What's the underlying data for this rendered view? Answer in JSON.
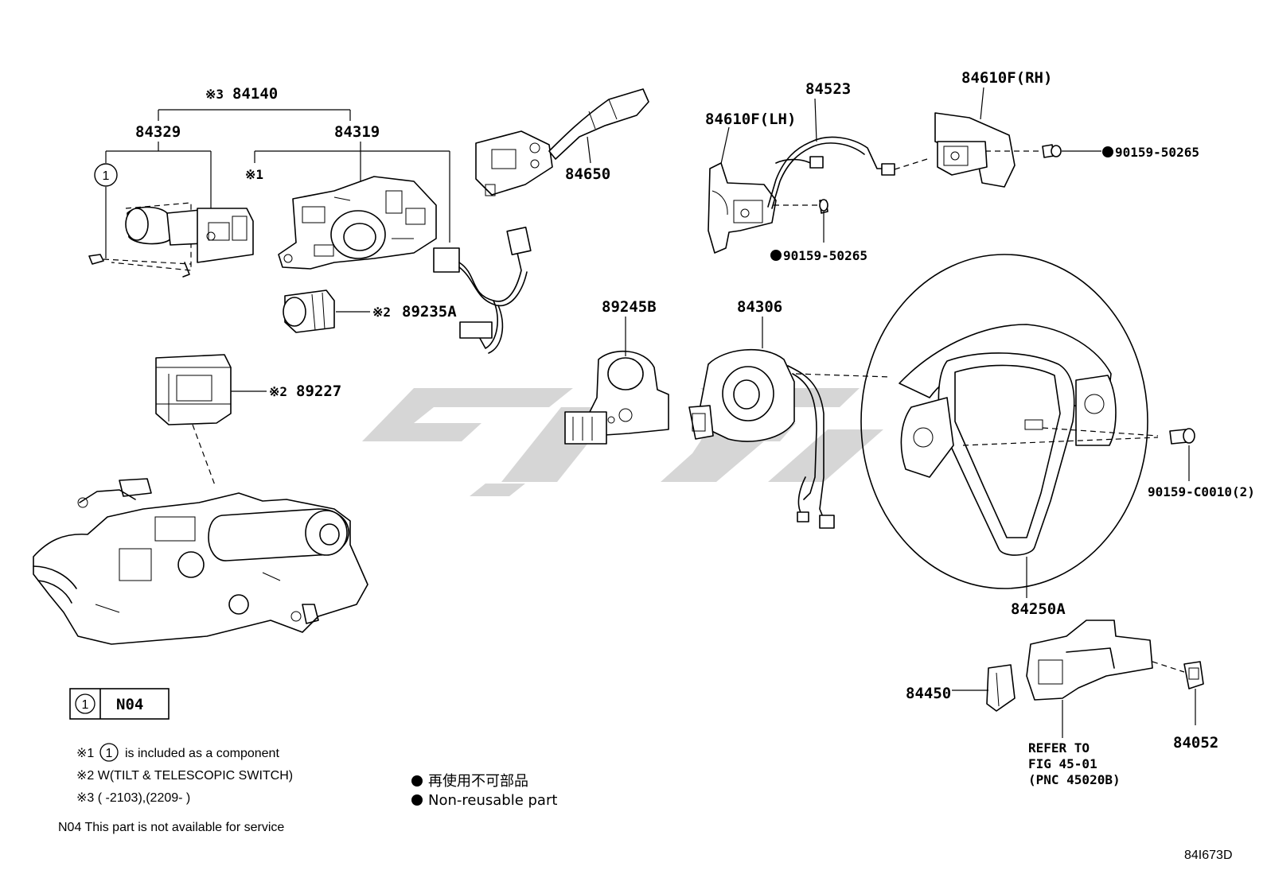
{
  "labels": {
    "p84140": "84140",
    "p84140_mark": "※3",
    "p84329": "84329",
    "p84319": "84319",
    "p84319_mark": "※1",
    "p84650": "84650",
    "p89235A": "89235A",
    "p89235A_mark": "※2",
    "p89227": "89227",
    "p89227_mark": "※2",
    "p84610F_LH": "84610F(LH)",
    "p84523": "84523",
    "p84610F_RH": "84610F(RH)",
    "p90159_50265_a": "90159-50265",
    "p90159_50265_b": "90159-50265",
    "p89245B": "89245B",
    "p84306": "84306",
    "p90159_C0010": "90159-C0010(2)",
    "p84250A": "84250A",
    "p84450": "84450",
    "p84052": "84052",
    "refer_line1": "REFER TO",
    "refer_line2": "FIG 45-01",
    "refer_line3": "(PNC 45020B)",
    "circle_1": "1"
  },
  "legend_box": {
    "circle": "1",
    "code": "N04"
  },
  "notes": {
    "n1_mark": "※1",
    "n1_circle": "1",
    "n1_text": "is included as a component",
    "n2": "※2 W(TILT & TELESCOPIC SWITCH)",
    "n3": "※3 (      -2103),(2209-      )",
    "n4": "N04 This part is not available for service",
    "dot_cn": "再使用不可部品",
    "dot_en": "Non-reusable part"
  },
  "figure_id": "84I673D",
  "colors": {
    "line": "#000000",
    "watermark": "#cfcfcf",
    "background": "#ffffff"
  }
}
